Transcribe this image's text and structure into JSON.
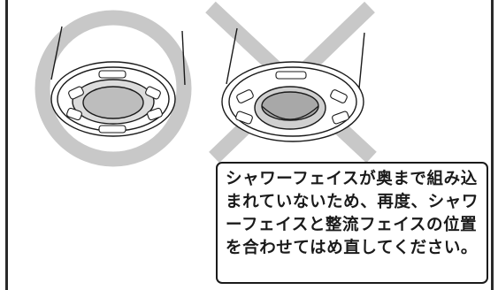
{
  "colors": {
    "symbol_gray": "#c8c8c8",
    "line": "#1a1a1a",
    "border": "#2a2a2a"
  },
  "illustration": {
    "correct_symbol": "circle",
    "incorrect_symbol": "cross",
    "left_part": "shower-face-assembled",
    "right_part": "shower-face-misassembled"
  },
  "note": {
    "text": "シャワーフェイスが奥まで組み込まれていないため、再度、シャワーフェイスと整流フェイスの位置を合わせてはめ直してください。"
  }
}
